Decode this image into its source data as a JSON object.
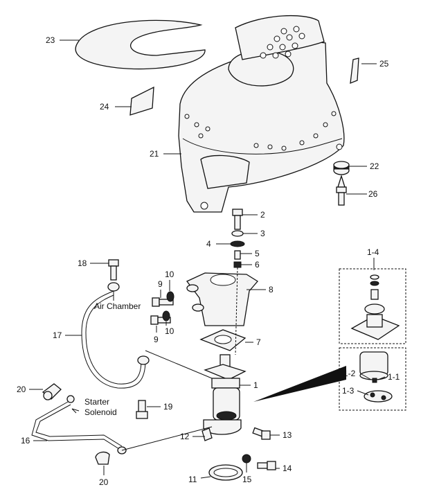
{
  "callouts": [
    {
      "id": "c23",
      "text": "23"
    },
    {
      "id": "c24",
      "text": "24"
    },
    {
      "id": "c25",
      "text": "25"
    },
    {
      "id": "c21",
      "text": "21"
    },
    {
      "id": "c22",
      "text": "22"
    },
    {
      "id": "c26",
      "text": "26"
    },
    {
      "id": "c2",
      "text": "2"
    },
    {
      "id": "c3",
      "text": "3"
    },
    {
      "id": "c4",
      "text": "4"
    },
    {
      "id": "c5",
      "text": "5"
    },
    {
      "id": "c6",
      "text": "6"
    },
    {
      "id": "c18",
      "text": "18"
    },
    {
      "id": "c9a",
      "text": "9"
    },
    {
      "id": "c10a",
      "text": "10"
    },
    {
      "id": "c8",
      "text": "8"
    },
    {
      "id": "c9b",
      "text": "9"
    },
    {
      "id": "c10b",
      "text": "10"
    },
    {
      "id": "c17",
      "text": "17"
    },
    {
      "id": "c7",
      "text": "7"
    },
    {
      "id": "c1",
      "text": "1"
    },
    {
      "id": "c20a",
      "text": "20"
    },
    {
      "id": "c19",
      "text": "19"
    },
    {
      "id": "c16",
      "text": "16"
    },
    {
      "id": "c12",
      "text": "12"
    },
    {
      "id": "c13",
      "text": "13"
    },
    {
      "id": "c20b",
      "text": "20"
    },
    {
      "id": "c11",
      "text": "11"
    },
    {
      "id": "c15",
      "text": "15"
    },
    {
      "id": "c14",
      "text": "14"
    },
    {
      "id": "c1_4",
      "text": "1-4"
    },
    {
      "id": "c1_2",
      "text": "1-2"
    },
    {
      "id": "c1_1",
      "text": "1-1"
    },
    {
      "id": "c1_3",
      "text": "1-3"
    }
  ],
  "annotations": {
    "air_chamber": "Air Chamber",
    "starter_line1": "Starter",
    "starter_line2": "Solenoid"
  }
}
